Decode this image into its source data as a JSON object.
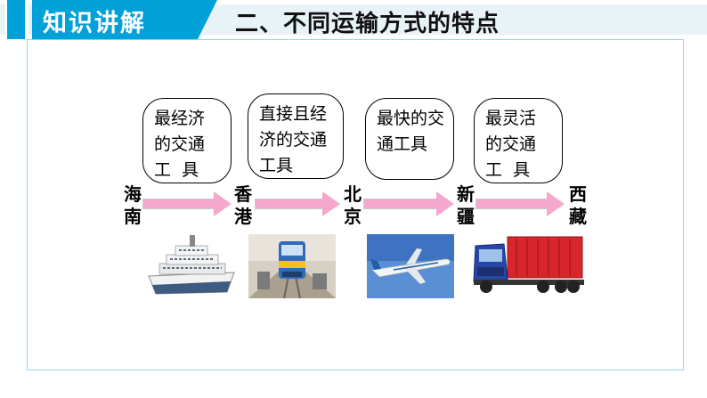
{
  "header": {
    "tab_label": "知识讲解",
    "title": "二、不同运输方式的特点"
  },
  "callouts": [
    {
      "text": "最经济\n的交通\n工  具___"
    },
    {
      "text": "直接且经\n济的交通\n工具"
    },
    {
      "text": "最快的交\n通工具"
    },
    {
      "text": "最灵活\n的交通\n工  具___"
    }
  ],
  "places": [
    {
      "name": "海南"
    },
    {
      "name": "香港"
    },
    {
      "name": "北京"
    },
    {
      "name": "新疆"
    },
    {
      "name": "西藏"
    }
  ],
  "pictures": [
    {
      "icon": "ship-icon"
    },
    {
      "icon": "train-icon"
    },
    {
      "icon": "airplane-icon"
    },
    {
      "icon": "truck-icon"
    }
  ],
  "colors": {
    "accent": "#00a0d8",
    "arrow": "#f4a9cc",
    "frame": "#8fd6f0"
  }
}
